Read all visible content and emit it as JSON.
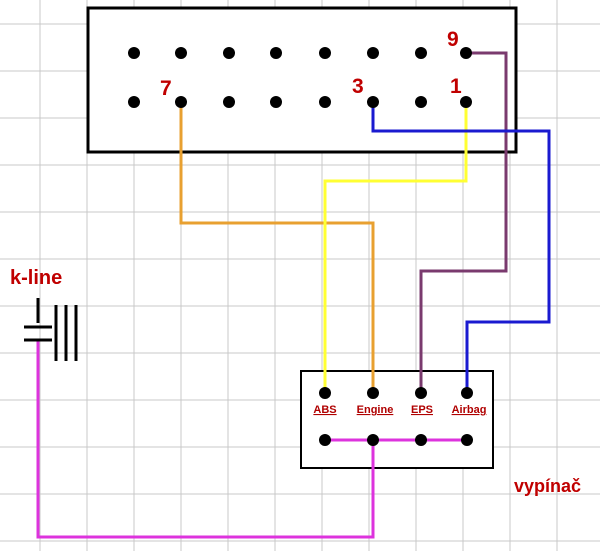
{
  "connector": {
    "pin_labels": [
      {
        "id": "pin-9",
        "text": "9"
      },
      {
        "id": "pin-7",
        "text": "7"
      },
      {
        "id": "pin-3",
        "text": "3"
      },
      {
        "id": "pin-1",
        "text": "1"
      }
    ]
  },
  "switch": {
    "labels": [
      "ABS",
      "Engine",
      "EPS",
      "Airbag"
    ],
    "caption": "vypínač"
  },
  "battery": {
    "label": "k-line"
  },
  "wires": [
    {
      "name": "wire-pin7-engine",
      "color": "#e8a030"
    },
    {
      "name": "wire-pin1-abs",
      "color": "#ffff33"
    },
    {
      "name": "wire-pin9-eps",
      "color": "#7a3a6e"
    },
    {
      "name": "wire-pin3-airbag",
      "color": "#1a1ad0"
    },
    {
      "name": "wire-kline-switch",
      "color": "#dd33dd"
    }
  ]
}
